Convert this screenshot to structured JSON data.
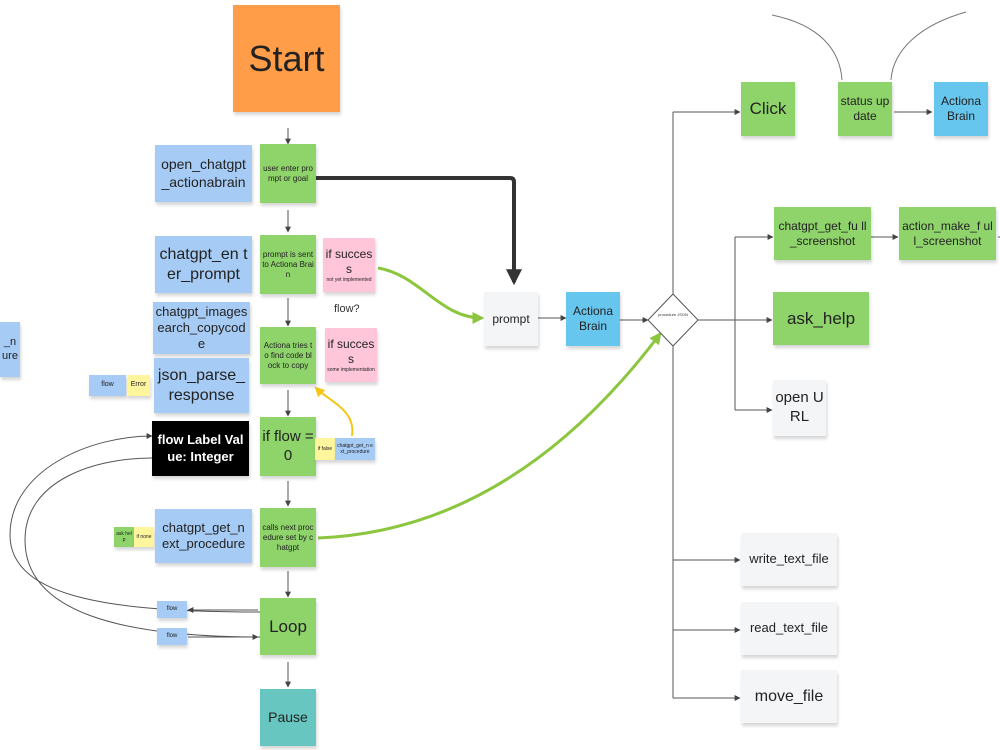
{
  "nodes": {
    "start": "Start",
    "user_enter": "user enter prompt or goal",
    "open_chatgpt": "open_chatgpt _actionabrain",
    "prompt_sent": "prompt is sent to Actiona Brain",
    "chatgpt_enter": "chatgpt_en ter_prompt",
    "if_success_1_title": "if success",
    "if_success_1_sub": "not yet implemented",
    "flow_q": "flow?",
    "chatgpt_images": "chatgpt_images earch_copycode",
    "actiona_tries": "Actiona tries to find code block to copy",
    "if_success_2_title": "if success",
    "if_success_2_sub": "some implementation",
    "flow_small": "flow",
    "error_small": "Error",
    "json_parse": "json_parse_ response",
    "flow_label": "flow Label Value: Integer",
    "if_flow": "if flow = 0",
    "if_false": "if false",
    "chatgpt_get_next_small": "chatgpt_get_n ext_procedure",
    "calls_next": "calls next procedure set by chatgpt",
    "ask_help_small": "ask help",
    "if_none": "if none",
    "chatgpt_get_next": "chatgpt_get_n ext_procedure",
    "loop": "Loop",
    "flow_loop_1": "flow",
    "flow_loop_2": "flow",
    "pause": "Pause",
    "left_partial": "_n ure",
    "prompt": "prompt",
    "actiona_brain_mid": "Actiona Brain",
    "diamond": "procedure JSON",
    "click": "Click",
    "status_update": "status update",
    "actiona_brain_top": "Actiona Brain",
    "chatgpt_get_full": "chatgpt_get_fu ll_screenshot",
    "action_make_full": "action_make_f ull_screenshot",
    "ask_help": "ask_help",
    "open_url": "open URL",
    "write_text": "write_text_file",
    "read_text": "read_text_file",
    "move_file": "move_file"
  },
  "colors": {
    "orange": "#ff9d48",
    "green": "#8fd46b",
    "blue": "#a6ccf5",
    "cyan": "#67c6ee",
    "pink": "#ffc6d9",
    "yellow": "#fff59c",
    "white": "#f4f5f7",
    "black": "#000000",
    "teal": "#67c6c0",
    "arrow_green": "#8cc63f",
    "arrow_yellow": "#f5c518",
    "arrow_dark": "#333333"
  }
}
